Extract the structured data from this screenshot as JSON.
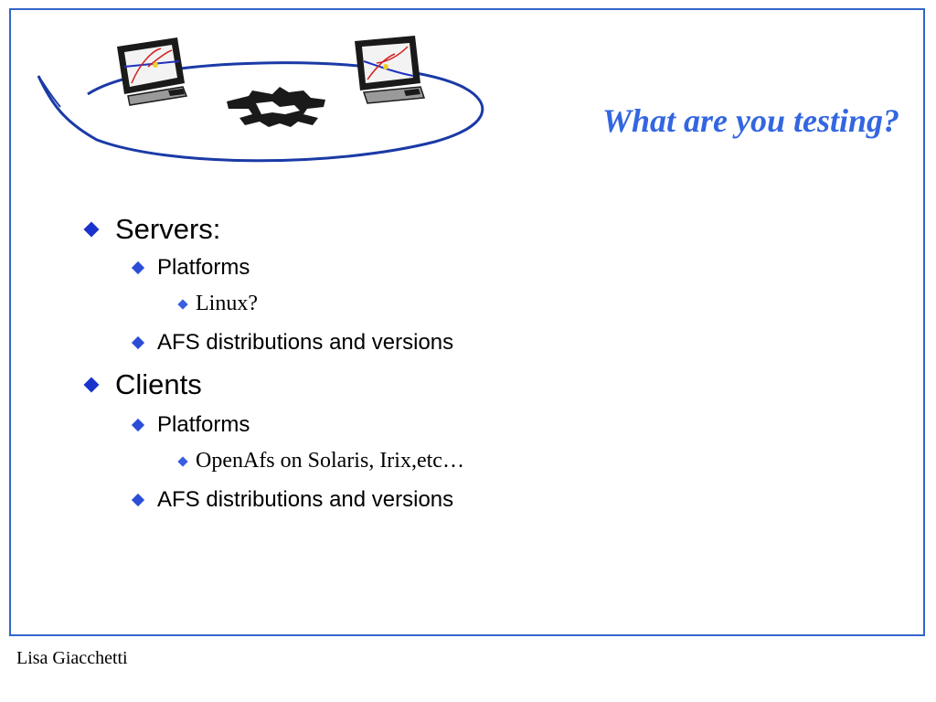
{
  "slide": {
    "title": "What are you testing?",
    "illustration": {
      "name": "network-of-computers-illustration",
      "colors": {
        "ring": "#1a3aa6",
        "screen_frame": "#1a1a1a",
        "screen_bg": "#f3f3f3",
        "graph_red": "#d42020",
        "graph_blue": "#2030c0",
        "graph_yellow": "#f0d020"
      }
    },
    "bullets": [
      {
        "level": 1,
        "text": "Servers:"
      },
      {
        "level": 2,
        "text": "Platforms"
      },
      {
        "level": 3,
        "text": "Linux?"
      },
      {
        "level": 2,
        "text": "AFS distributions and versions"
      },
      {
        "level": 1,
        "text": "Clients"
      },
      {
        "level": 2,
        "text": "Platforms"
      },
      {
        "level": 3,
        "text": "OpenAfs on Solaris, Irix,etc…"
      },
      {
        "level": 2,
        "text": "AFS distributions and versions"
      }
    ]
  },
  "footer": {
    "author": "Lisa Giacchetti"
  },
  "colors": {
    "title": "#3366e0",
    "frame_border": "#3366cc",
    "bullet_diamond": "#1a33cc"
  }
}
